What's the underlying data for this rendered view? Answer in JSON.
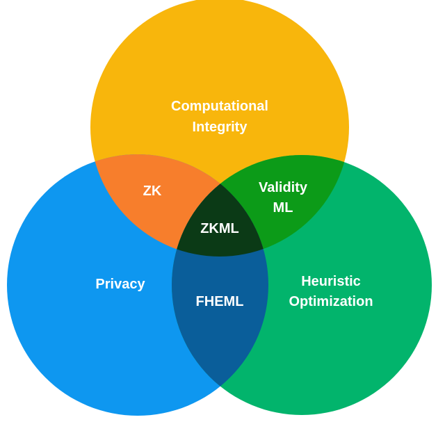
{
  "diagram": {
    "type": "venn",
    "sets": {
      "top": {
        "label_lines": [
          "Computational",
          "Integrity"
        ],
        "color": "#F8B60C"
      },
      "left": {
        "label_lines": [
          "Privacy"
        ],
        "color": "#0E97F0"
      },
      "right": {
        "label_lines": [
          "Heuristic",
          "Optimization"
        ],
        "color": "#02B46C"
      }
    },
    "intersections": {
      "top_left": {
        "label_lines": [
          "ZK"
        ],
        "color": "#F77E2C"
      },
      "top_right": {
        "label_lines": [
          "Validity",
          "ML"
        ],
        "color": "#0C9B18"
      },
      "left_right": {
        "label_lines": [
          "FHEML"
        ],
        "color": "#0A5E9A"
      },
      "all": {
        "label_lines": [
          "ZKML"
        ],
        "color": "#0B3A16"
      }
    }
  }
}
